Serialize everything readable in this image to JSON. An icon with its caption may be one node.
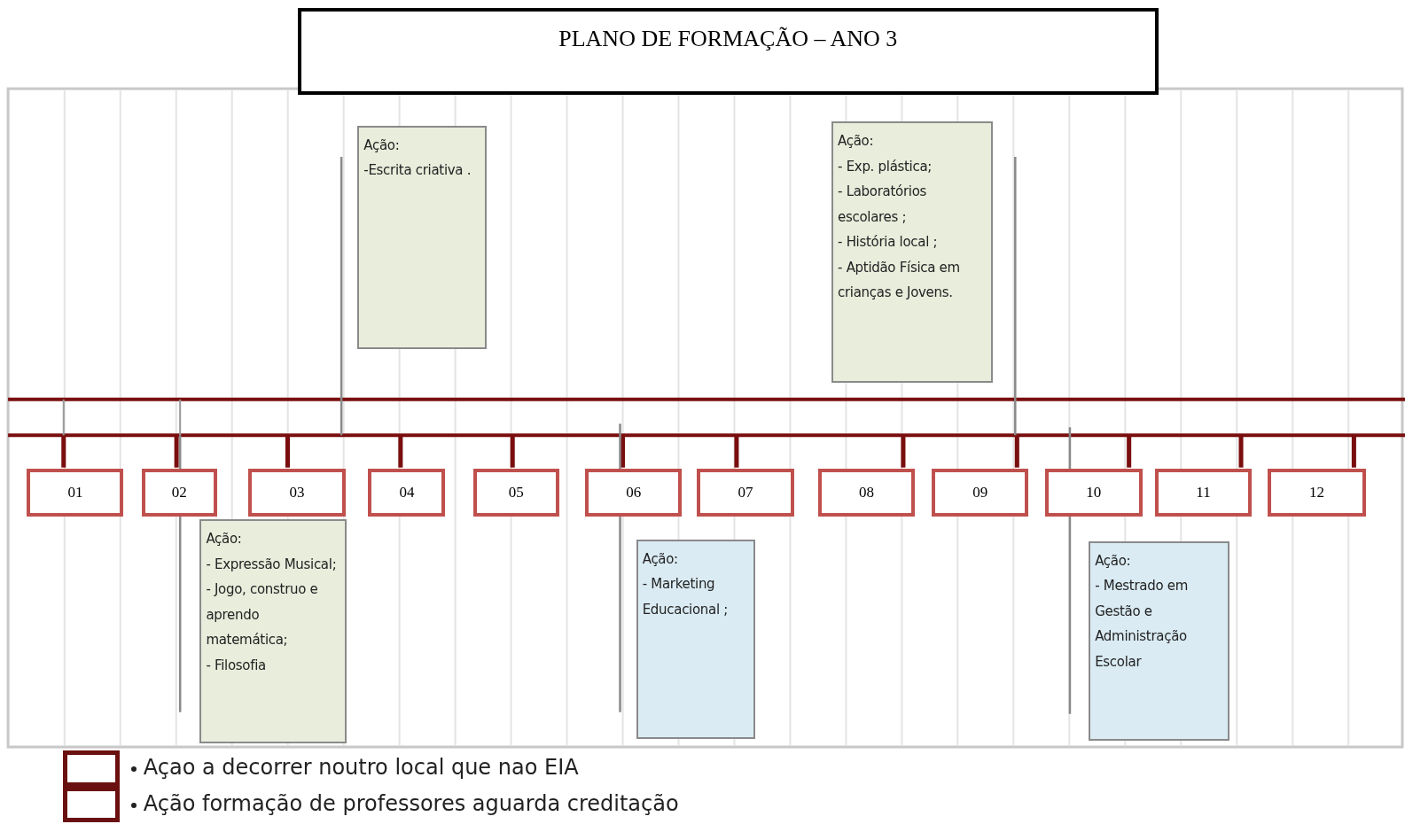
{
  "diagram": {
    "title": "PLANO DE FORMAÇÃO – ANO 3",
    "nodes": [
      {
        "text": [
          "Ação:",
          "-Escrita criativa ."
        ]
      },
      {
        "text": [
          "Ação:",
          "- Exp. plástica;",
          "- Laboratórios escolares ;",
          "- História local ;",
          "- Aptidão Física em crianças e Jovens."
        ]
      },
      {
        "text": [
          "01"
        ]
      },
      {
        "text": [
          "02"
        ]
      },
      {
        "text": [
          "03"
        ]
      },
      {
        "text": [
          "04"
        ]
      },
      {
        "text": [
          "05"
        ]
      },
      {
        "text": [
          "06"
        ]
      },
      {
        "text": [
          "07"
        ]
      },
      {
        "text": [
          "08"
        ]
      },
      {
        "text": [
          "09"
        ]
      },
      {
        "text": [
          "10"
        ]
      },
      {
        "text": [
          "11"
        ]
      },
      {
        "text": [
          "12"
        ]
      },
      {
        "text": [
          "Ação:",
          "- Expressão Musical;",
          "- Jogo, construo e aprendo matemática;",
          "- Filosofia"
        ]
      },
      {
        "text": [
          "Ação:",
          "- Marketing Educacional ;"
        ]
      },
      {
        "text": [
          "Ação:",
          "- Mestrado em Gestão e Administração Escolar"
        ]
      }
    ],
    "legend": [
      {
        "text": "Açao a decorrer noutro local que nao EIA"
      },
      {
        "text": "Ação formação de professores aguarda creditação"
      }
    ]
  }
}
